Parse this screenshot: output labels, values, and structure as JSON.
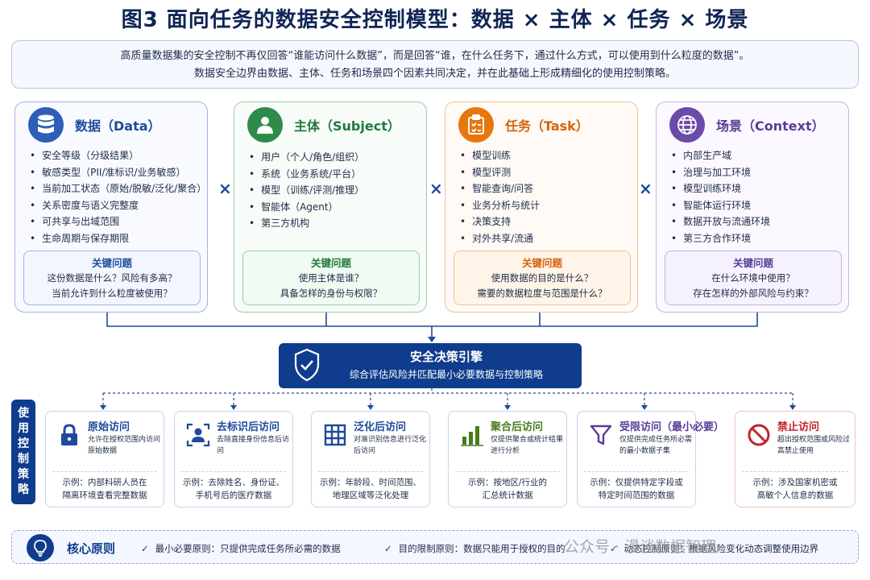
{
  "title": "图3  面向任务的数据安全控制模型：数据 × 主体 × 任务 × 场景",
  "intro": {
    "line1": "高质量数据集的安全控制不再仅回答“谁能访问什么数据”，而是回答“谁，在什么任务下，通过什么方式，可以使用到什么粒度的数据”。",
    "line2": "数据安全边界由数据、主体、任务和场景四个因素共同决定，并在此基础上形成精细化的使用控制策略。"
  },
  "times_symbol": "×",
  "cards": [
    {
      "title": "数据（Data）",
      "icon": "database-icon",
      "color": "#2d5fb8",
      "items": [
        "安全等级（分级结果）",
        "敏感类型（PII/准标识/业务敏感）",
        "当前加工状态（原始/脱敏/泛化/聚合）",
        "关系密度与语义完整度",
        "可共享与出域范围",
        "生命周期与保存期限"
      ],
      "kq_title": "关键问题",
      "kq_lines": [
        "这份数据是什么？风险有多高？",
        "当前允许到什么粒度被使用？"
      ]
    },
    {
      "title": "主体（Subject）",
      "icon": "user-icon",
      "color": "#2e8b4a",
      "items": [
        "用户（个人/角色/组织）",
        "系统（业务系统/平台）",
        "模型（训练/评测/推理）",
        "智能体（Agent）",
        "第三方机构"
      ],
      "kq_title": "关键问题",
      "kq_lines": [
        "使用主体是谁？",
        "具备怎样的身份与权限？"
      ]
    },
    {
      "title": "任务（Task）",
      "icon": "clipboard-icon",
      "color": "#e8760f",
      "items": [
        "模型训练",
        "模型评测",
        "智能查询/问答",
        "业务分析与统计",
        "决策支持",
        "对外共享/流通"
      ],
      "kq_title": "关键问题",
      "kq_lines": [
        "使用数据的目的是什么？",
        "需要的数据粒度与范围是什么？"
      ]
    },
    {
      "title": "场景（Context）",
      "icon": "globe-icon",
      "color": "#6b4aa8",
      "items": [
        "内部生产域",
        "治理与加工环境",
        "模型训练环境",
        "智能体运行环境",
        "数据开放与流通环境",
        "第三方合作环境"
      ],
      "kq_title": "关键问题",
      "kq_lines": [
        "在什么环境中使用？",
        "存在怎样的外部风险与约束？"
      ]
    }
  ],
  "engine": {
    "title": "安全决策引擎",
    "subtitle": "综合评估风险并匹配最小必要数据与控制策略"
  },
  "strategy_label": [
    "使",
    "用",
    "控",
    "制",
    "策",
    "略"
  ],
  "policies": [
    {
      "title": "原始访问",
      "icon": "lock-icon",
      "color": "#1e4a9c",
      "desc": "允许在授权范围内访问原始数据",
      "example": [
        "示例：内部科研人员在",
        "隔离环境查看完整数据"
      ]
    },
    {
      "title": "去标识后访问",
      "icon": "anonymous-user-icon",
      "color": "#1e4a9c",
      "desc": "去除直接身份信息后访问",
      "example": [
        "示例：去除姓名、身份证、",
        "手机号后的医疗数据"
      ]
    },
    {
      "title": "泛化后访问",
      "icon": "grid-icon",
      "color": "#1e4a9c",
      "desc": "对准识别信息进行泛化后访问",
      "example": [
        "示例：年龄段、时间范围、",
        "地理区域等泛化处理"
      ]
    },
    {
      "title": "聚合后访问",
      "icon": "bar-chart-icon",
      "color": "#4a7a1c",
      "desc": "仅提供聚合或统计结果进行分析",
      "example": [
        "示例：按地区/行业的",
        "汇总统计数据"
      ]
    },
    {
      "title": "受限访问（最小必要）",
      "icon": "filter-icon",
      "color": "#5a3c98",
      "desc": "仅提供完成任务所必需的最小数据子集",
      "example": [
        "示例：仅提供特定字段或",
        "特定时间范围的数据"
      ]
    },
    {
      "title": "禁止访问",
      "icon": "prohibited-icon",
      "color": "#c0262d",
      "desc": "超出授权范围或风险过高禁止使用",
      "example": [
        "示例：涉及国家机密或",
        "高敏个人信息的数据"
      ]
    }
  ],
  "core": {
    "title": "核心原则",
    "principles": [
      "最小必要原则：只提供完成任务所必需的数据",
      "目的限制原则：数据只能用于授权的目的",
      "动态控制原则：根据风险变化动态调整使用边界"
    ]
  },
  "watermark": "公众号 · 漫谈数据智理"
}
